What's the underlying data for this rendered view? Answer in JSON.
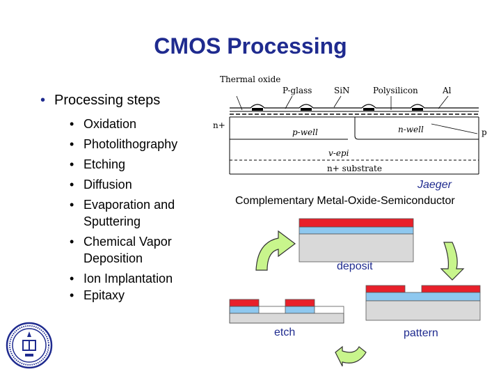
{
  "title": "CMOS Processing",
  "main_bullet": "Processing steps",
  "steps": [
    "Oxidation",
    "Photolithography",
    "Etching",
    "Diffusion",
    "Evaporation and Sputtering",
    "Chemical Vapor Deposition",
    "Ion Implantation",
    "Epitaxy"
  ],
  "cross_section": {
    "labels": {
      "thermal_oxide": "Thermal oxide",
      "p_glass": "P-glass",
      "sin": "SiN",
      "polysilicon": "Polysilicon",
      "al": "Al",
      "n_plus": "n+",
      "p_well": "p-well",
      "n_well": "n-well",
      "p_plus": "p+",
      "v_epi": "v-epi",
      "substrate": "n+ substrate"
    },
    "credit": "Jaeger",
    "caption": "Complementary Metal-Oxide-Semiconductor"
  },
  "process": {
    "deposit": "deposit",
    "etch": "etch",
    "pattern": "pattern"
  },
  "colors": {
    "title": "#1f2b8f",
    "red_layer": "#e8202a",
    "blue_layer": "#8ec8ef",
    "substrate": "#d9d9d9",
    "arrow_fill": "#c8f58c"
  }
}
